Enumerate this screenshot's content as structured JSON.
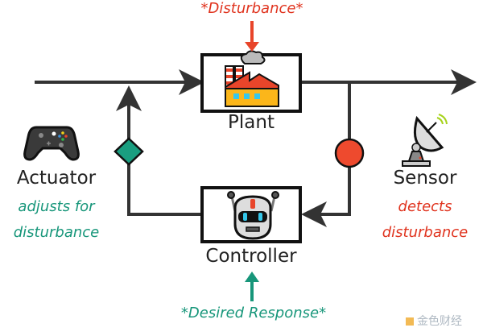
{
  "diagram": {
    "title": "Feedback control loop",
    "disturbance_label": "*Disturbance*",
    "desired_response_label": "*Desired Response*",
    "nodes": {
      "plant": {
        "label": "Plant",
        "icon": "factory-icon"
      },
      "controller": {
        "label": "Controller",
        "icon": "robot-icon"
      },
      "actuator": {
        "label": "Actuator",
        "note_line1": "adjusts for",
        "note_line2": "disturbance",
        "icon": "gamepad-icon"
      },
      "sensor": {
        "label": "Sensor",
        "note_line1": "detects",
        "note_line2": "disturbance",
        "icon": "satellite-dish-icon"
      }
    },
    "colors": {
      "line": "#333333",
      "disturbance": "#e8452a",
      "desired": "#17967a",
      "actuator_marker": "#1a9e80",
      "sensor_marker": "#ee4a2e"
    },
    "watermark": "金色财经"
  }
}
